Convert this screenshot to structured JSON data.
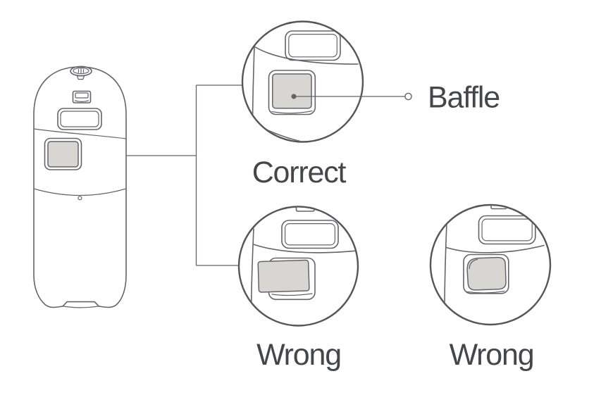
{
  "labels": {
    "baffle_callout": "Baffle",
    "correct": "Correct",
    "wrong_center": "Wrong",
    "wrong_right": "Wrong"
  },
  "colors": {
    "line": "#63646a",
    "lens_line": "#55565b",
    "gray_fill": "#d8d6d3",
    "text": "#45464b",
    "background": "#ffffff"
  }
}
